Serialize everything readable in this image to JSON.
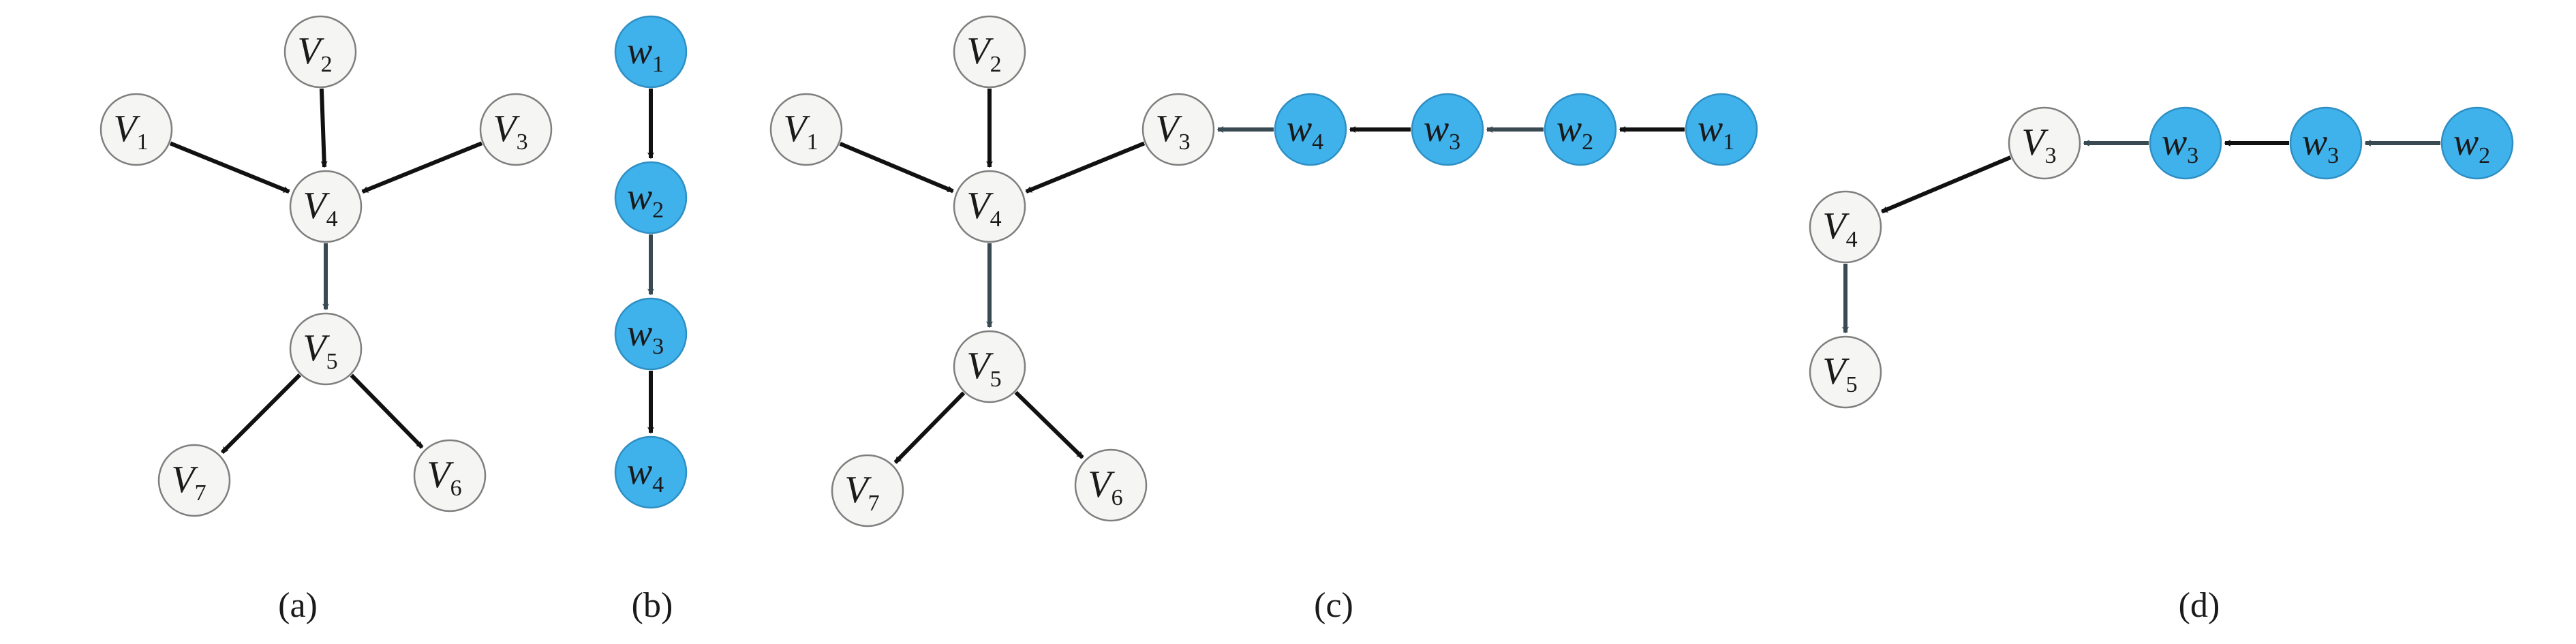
{
  "colors": {
    "node_fill_white": "#f5f5f3",
    "node_stroke_white": "#7f7f7f",
    "node_fill_blue": "#3fb2ec",
    "edge_dark": "#111111",
    "edge_gray": "#3a4a52"
  },
  "panels": [
    {
      "caption": "(a)",
      "nodes": [
        {
          "id": "a-V1",
          "letter": "V",
          "sub": "1",
          "kind": "white"
        },
        {
          "id": "a-V2",
          "letter": "V",
          "sub": "2",
          "kind": "white"
        },
        {
          "id": "a-V3",
          "letter": "V",
          "sub": "3",
          "kind": "white"
        },
        {
          "id": "a-V4",
          "letter": "V",
          "sub": "4",
          "kind": "white"
        },
        {
          "id": "a-V5",
          "letter": "V",
          "sub": "5",
          "kind": "white"
        },
        {
          "id": "a-V6",
          "letter": "V",
          "sub": "6",
          "kind": "white"
        },
        {
          "id": "a-V7",
          "letter": "V",
          "sub": "7",
          "kind": "white"
        }
      ],
      "edges": [
        {
          "from": "a-V1",
          "to": "a-V4",
          "tone": "dark"
        },
        {
          "from": "a-V2",
          "to": "a-V4",
          "tone": "dark"
        },
        {
          "from": "a-V3",
          "to": "a-V4",
          "tone": "dark"
        },
        {
          "from": "a-V4",
          "to": "a-V5",
          "tone": "gray"
        },
        {
          "from": "a-V5",
          "to": "a-V7",
          "tone": "dark"
        },
        {
          "from": "a-V5",
          "to": "a-V6",
          "tone": "dark"
        }
      ]
    },
    {
      "caption": "(b)",
      "nodes": [
        {
          "id": "b-w1",
          "letter": "w",
          "sub": "1",
          "kind": "blue"
        },
        {
          "id": "b-w2",
          "letter": "w",
          "sub": "2",
          "kind": "blue"
        },
        {
          "id": "b-w3",
          "letter": "w",
          "sub": "3",
          "kind": "blue"
        },
        {
          "id": "b-w4",
          "letter": "w",
          "sub": "4",
          "kind": "blue"
        }
      ],
      "edges": [
        {
          "from": "b-w1",
          "to": "b-w2",
          "tone": "dark"
        },
        {
          "from": "b-w2",
          "to": "b-w3",
          "tone": "gray"
        },
        {
          "from": "b-w3",
          "to": "b-w4",
          "tone": "dark"
        }
      ]
    },
    {
      "caption": "(c)",
      "nodes": [
        {
          "id": "c-V1",
          "letter": "V",
          "sub": "1",
          "kind": "white"
        },
        {
          "id": "c-V2",
          "letter": "V",
          "sub": "2",
          "kind": "white"
        },
        {
          "id": "c-V3",
          "letter": "V",
          "sub": "3",
          "kind": "white"
        },
        {
          "id": "c-V4",
          "letter": "V",
          "sub": "4",
          "kind": "white"
        },
        {
          "id": "c-V5",
          "letter": "V",
          "sub": "5",
          "kind": "white"
        },
        {
          "id": "c-V6",
          "letter": "V",
          "sub": "6",
          "kind": "white"
        },
        {
          "id": "c-V7",
          "letter": "V",
          "sub": "7",
          "kind": "white"
        },
        {
          "id": "c-w4",
          "letter": "w",
          "sub": "4",
          "kind": "blue"
        },
        {
          "id": "c-w3",
          "letter": "w",
          "sub": "3",
          "kind": "blue"
        },
        {
          "id": "c-w2",
          "letter": "w",
          "sub": "2",
          "kind": "blue"
        },
        {
          "id": "c-w1",
          "letter": "w",
          "sub": "1",
          "kind": "blue"
        }
      ],
      "edges": [
        {
          "from": "c-V1",
          "to": "c-V4",
          "tone": "dark"
        },
        {
          "from": "c-V2",
          "to": "c-V4",
          "tone": "dark"
        },
        {
          "from": "c-V3",
          "to": "c-V4",
          "tone": "dark"
        },
        {
          "from": "c-V4",
          "to": "c-V5",
          "tone": "gray"
        },
        {
          "from": "c-V5",
          "to": "c-V7",
          "tone": "dark"
        },
        {
          "from": "c-V5",
          "to": "c-V6",
          "tone": "dark"
        },
        {
          "from": "c-w4",
          "to": "c-V3",
          "tone": "gray"
        },
        {
          "from": "c-w3",
          "to": "c-w4",
          "tone": "dark"
        },
        {
          "from": "c-w2",
          "to": "c-w3",
          "tone": "gray"
        },
        {
          "from": "c-w1",
          "to": "c-w2",
          "tone": "dark"
        }
      ]
    },
    {
      "caption": "(d)",
      "nodes": [
        {
          "id": "d-V3",
          "letter": "V",
          "sub": "3",
          "kind": "white"
        },
        {
          "id": "d-V4",
          "letter": "V",
          "sub": "4",
          "kind": "white"
        },
        {
          "id": "d-V5",
          "letter": "V",
          "sub": "5",
          "kind": "white"
        },
        {
          "id": "d-w3a",
          "letter": "w",
          "sub": "3",
          "kind": "blue"
        },
        {
          "id": "d-w3b",
          "letter": "w",
          "sub": "3",
          "kind": "blue"
        },
        {
          "id": "d-w2",
          "letter": "w",
          "sub": "2",
          "kind": "blue"
        }
      ],
      "edges": [
        {
          "from": "d-V3",
          "to": "d-V4",
          "tone": "dark"
        },
        {
          "from": "d-V4",
          "to": "d-V5",
          "tone": "gray"
        },
        {
          "from": "d-w3a",
          "to": "d-V3",
          "tone": "gray"
        },
        {
          "from": "d-w3b",
          "to": "d-w3a",
          "tone": "dark"
        },
        {
          "from": "d-w2",
          "to": "d-w3b",
          "tone": "gray"
        }
      ]
    }
  ]
}
